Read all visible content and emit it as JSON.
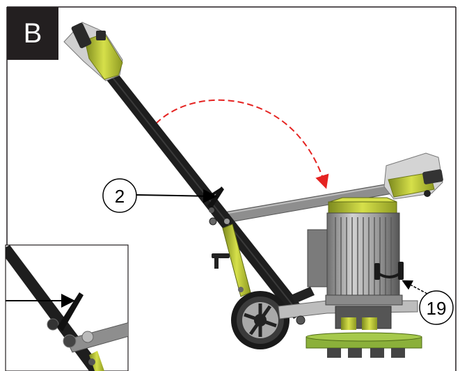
{
  "figure": {
    "panel_label": "B",
    "callouts": [
      {
        "id": "handle-lever",
        "number": "2"
      },
      {
        "id": "motor-lever",
        "number": "19"
      }
    ],
    "colors": {
      "frame": "#231f20",
      "handle_bar": "#1e1e1e",
      "folded_bar": "#8c8c8c",
      "accent_green": "#c8d43a",
      "motor_housing": "#a9a9a9",
      "rotation_arrow": "#e52321",
      "wheel": "#1a1a1a",
      "disc": "#8bb03a"
    },
    "icons": {
      "rotation": "dashed-curved-arrow-icon",
      "pointer": "arrow-pointer-icon"
    }
  }
}
